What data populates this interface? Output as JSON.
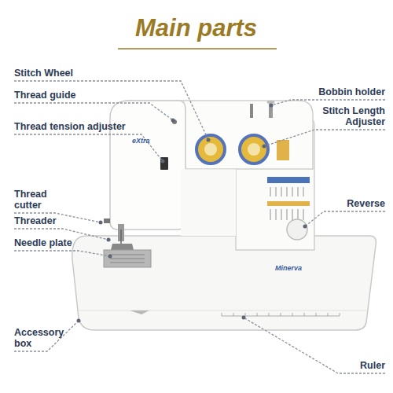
{
  "diagram": {
    "title": "Main parts",
    "labels": [
      "Stitch Wheel",
      "Thread guide",
      "Thread tension adjuster",
      "Thread cutter",
      "Threader",
      "Needle plate",
      "Accessory box",
      "Bobbin holder",
      "Stitch Length Adjuster",
      "Reverse",
      "Ruler",
      "eXtra",
      "Minerva"
    ]
  }
}
